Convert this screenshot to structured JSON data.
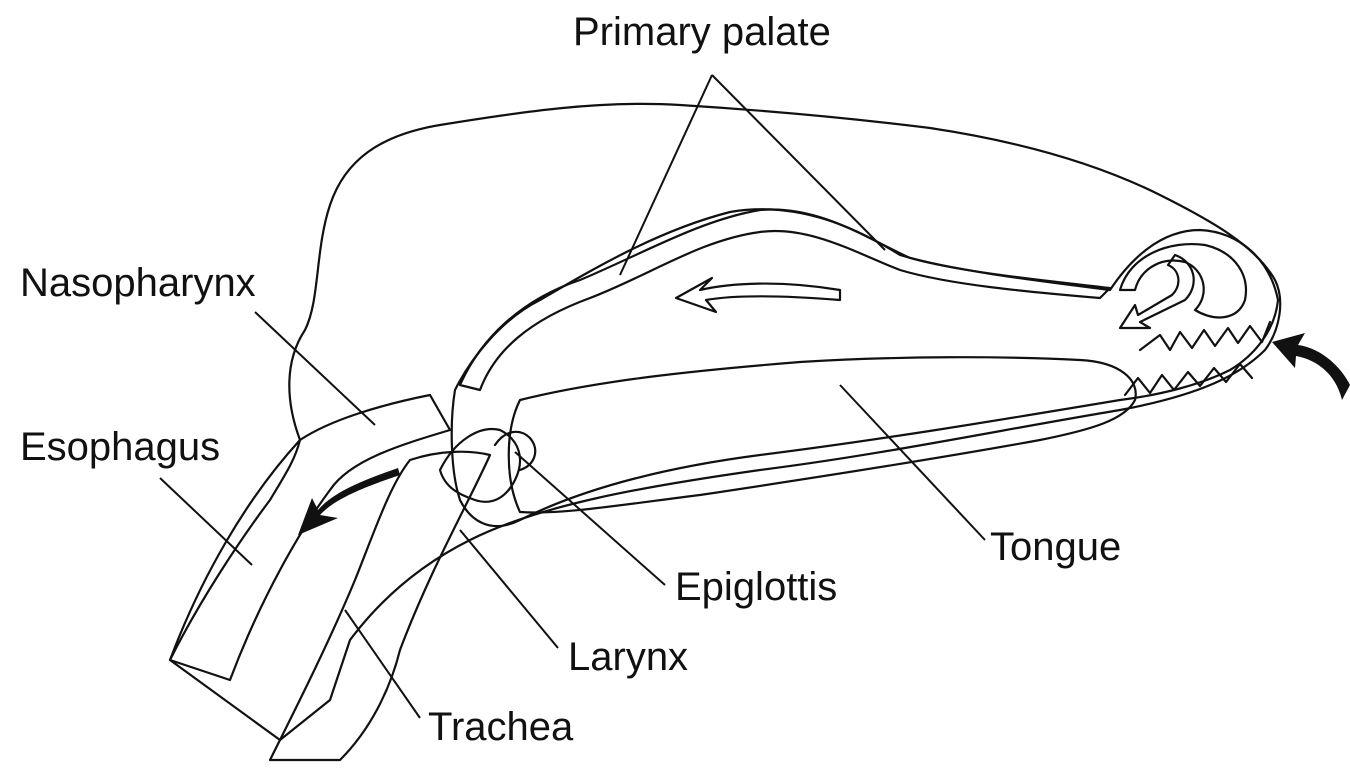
{
  "labels": {
    "primary_palate": "Primary palate",
    "nasopharynx": "Nasopharynx",
    "esophagus": "Esophagus",
    "tongue": "Tongue",
    "epiglottis": "Epiglottis",
    "larynx": "Larynx",
    "trachea": "Trachea"
  },
  "colors": {
    "ink": "#111111",
    "paper": "#ffffff"
  }
}
